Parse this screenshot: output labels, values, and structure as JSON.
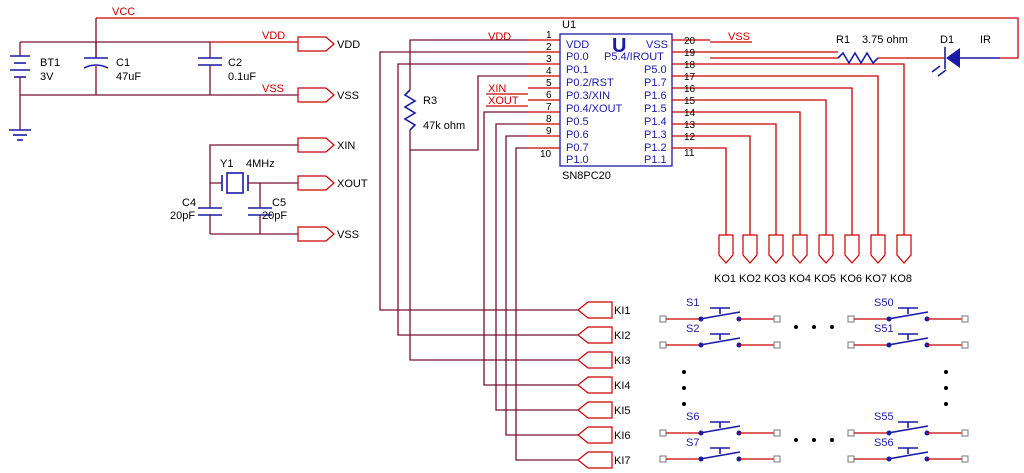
{
  "rails": {
    "vcc": "VCC",
    "vdd": "VDD",
    "vss": "VSS"
  },
  "battery": {
    "ref": "BT1",
    "value": "3V"
  },
  "c1": {
    "ref": "C1",
    "value": "47uF"
  },
  "c2": {
    "ref": "C2",
    "value": "0.1uF"
  },
  "r3": {
    "ref": "R3",
    "value": "47k ohm"
  },
  "crystal": {
    "ref": "Y1",
    "value": "4MHz"
  },
  "c4": {
    "ref": "C4",
    "value": "20pF"
  },
  "c5": {
    "ref": "C5",
    "value": "20pF"
  },
  "r1": {
    "ref": "R1",
    "value": "3.75 ohm"
  },
  "led": {
    "ref": "D1",
    "label": "IR"
  },
  "ports": {
    "vdd": "VDD",
    "vss": "VSS",
    "xin": "XIN",
    "xout": "XOUT",
    "vss2": "VSS"
  },
  "net_labels": {
    "vdd": "VDD",
    "vss": "VSS",
    "xin": "XIN",
    "xout": "XOUT"
  },
  "ic": {
    "ref": "U1",
    "logo": "U",
    "part": "SN8PC20",
    "left_pins": [
      {
        "num": "1",
        "name": "VDD"
      },
      {
        "num": "2",
        "name": "P0.0"
      },
      {
        "num": "3",
        "name": "P0.1"
      },
      {
        "num": "4",
        "name": "P0.2/RST"
      },
      {
        "num": "5",
        "name": "P0.3/XIN"
      },
      {
        "num": "6",
        "name": "P0.4/XOUT"
      },
      {
        "num": "7",
        "name": "P0.5"
      },
      {
        "num": "8",
        "name": "P0.6"
      },
      {
        "num": "9",
        "name": "P0.7"
      },
      {
        "num": "10",
        "name": "P1.0"
      }
    ],
    "right_pins": [
      {
        "num": "20",
        "name": "VSS"
      },
      {
        "num": "19",
        "name": "P5.4/IROUT"
      },
      {
        "num": "18",
        "name": "P5.0"
      },
      {
        "num": "17",
        "name": "P1.7"
      },
      {
        "num": "16",
        "name": "P1.6"
      },
      {
        "num": "15",
        "name": "P1.5"
      },
      {
        "num": "14",
        "name": "P1.4"
      },
      {
        "num": "13",
        "name": "P1.3"
      },
      {
        "num": "12",
        "name": "P1.2"
      },
      {
        "num": "11",
        "name": "P1.1"
      }
    ]
  },
  "ko_ports": [
    "KO1",
    "KO2",
    "KO3",
    "KO4",
    "KO5",
    "KO6",
    "KO7",
    "KO8"
  ],
  "ki_ports": [
    "KI1",
    "KI2",
    "KI3",
    "KI4",
    "KI5",
    "KI6",
    "KI7"
  ],
  "switches": {
    "s1": "S1",
    "s2": "S2",
    "s50": "S50",
    "s51": "S51",
    "s6": "S6",
    "s7": "S7",
    "s55": "S55",
    "s56": "S56"
  },
  "colors": {
    "wire": "#7a1030",
    "red_wire": "#cc0000",
    "component": "#1a1aa8"
  }
}
